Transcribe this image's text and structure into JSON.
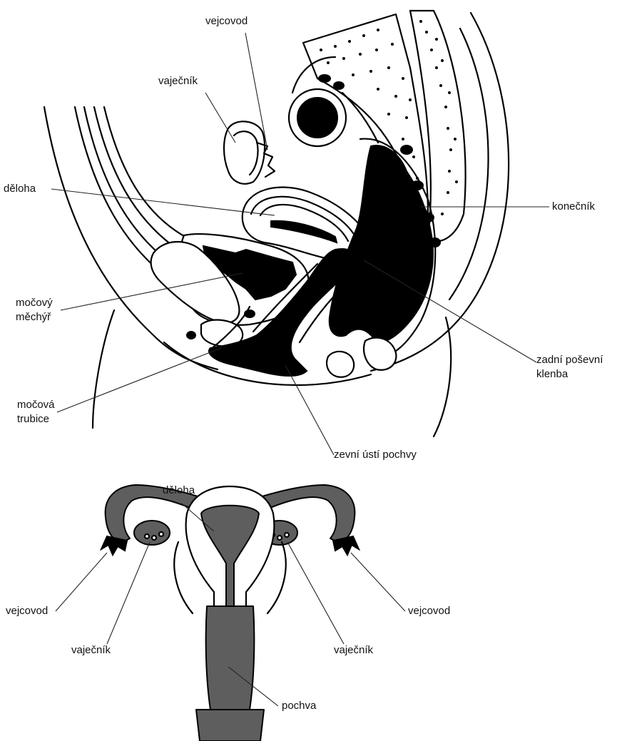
{
  "sagittal_labels": {
    "vejcovod": "vejcovod",
    "vajecnik": "vaječník",
    "deloha": "děloha",
    "mocovy_mechyr": [
      "močový",
      "měchýř"
    ],
    "mocova_trubice": [
      "močová",
      "trubice"
    ],
    "konecnik": "konečník",
    "zadni_posevni_klenba": [
      "zadní poševní",
      "klenba"
    ],
    "zevni_usti_pochvy": "zevní ústí pochvy"
  },
  "frontal_labels": {
    "deloha": "děloha",
    "vejcovod_left": "vejcovod",
    "vejcovod_right": "vejcovod",
    "vajecnik_left": "vaječník",
    "vajecnik_right": "vaječník",
    "pochva": "pochva"
  },
  "colors": {
    "outline": "#000000",
    "fill_dark": "#000000",
    "fill_grey": "#5e5e5e",
    "background": "#ffffff"
  }
}
